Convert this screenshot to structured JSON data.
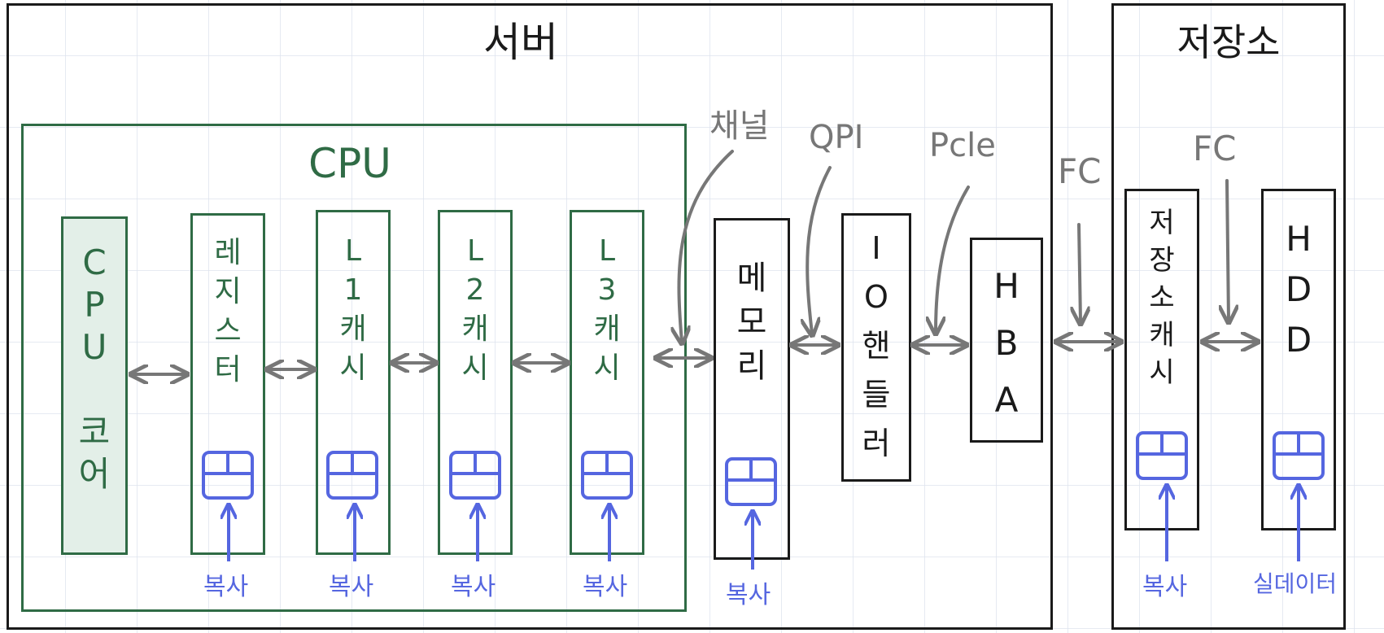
{
  "server": {
    "title": "서버"
  },
  "storage": {
    "title": "저장소"
  },
  "cpu": {
    "title": "CPU"
  },
  "components": {
    "cpu_core": "C\nP\nU\n\n코\n어",
    "register": "레\n지\n스\n터",
    "l1": "L\n1\n캐\n시",
    "l2": "L\n2\n캐\n시",
    "l3": "L\n3\n캐\n시",
    "memory": "메\n모\n리",
    "io_handler": "I\nO\n핸\n들\n러",
    "hba": "H\nB\nA",
    "storage_cache": "저\n장\n소\n캐\n시",
    "hdd": "H\nD\nD"
  },
  "connections": {
    "channel": "채널",
    "qpi": "QPI",
    "pcie": "Pcle",
    "fc_server": "FC",
    "fc_storage": "FC"
  },
  "notes": {
    "copy": "복사",
    "real_data": "실데이터"
  },
  "colors": {
    "green": "#2f6b45",
    "blue": "#5566e0",
    "gray": "#777777",
    "dark": "#1a1a1a",
    "grid": "#dde3ee",
    "core_fill": "#e3efe8"
  }
}
